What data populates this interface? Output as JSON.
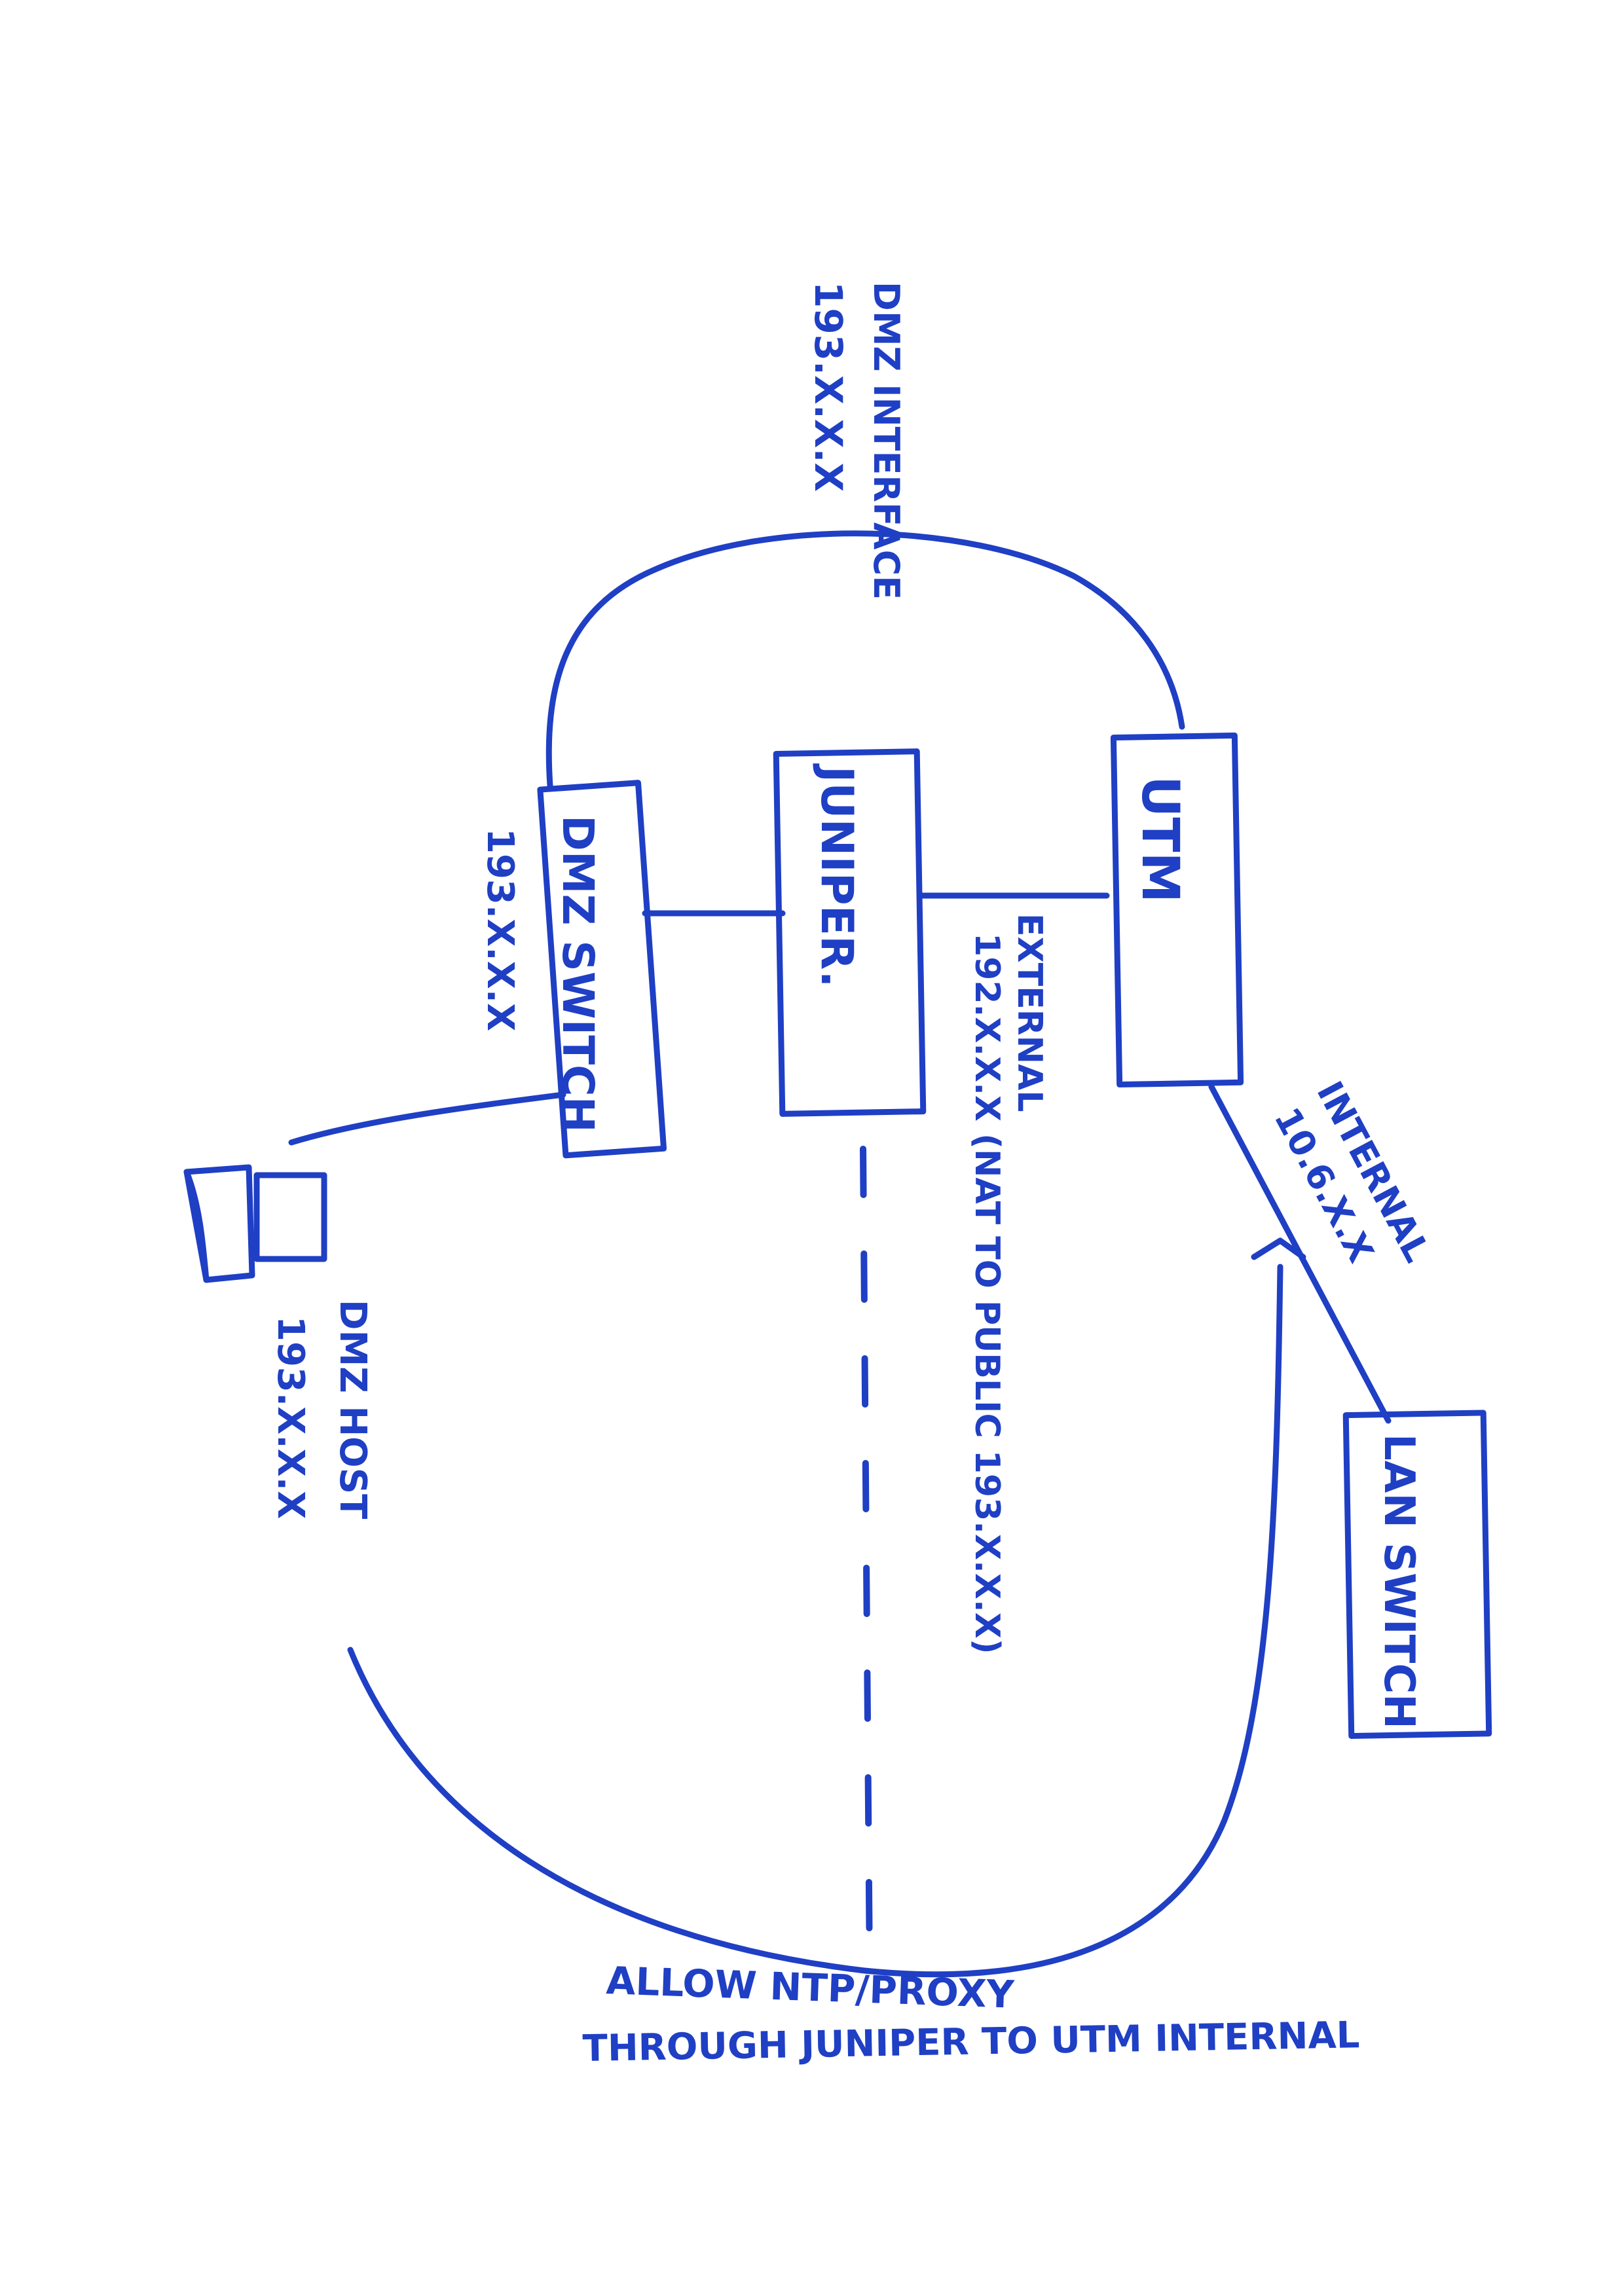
{
  "ink_color": "#1f3fc4",
  "labels": {
    "dmz_interface": "DMZ INTERFACE",
    "dmz_interface_ip": "193.X.X.X",
    "dmz_switch": "DMZ SWITCH",
    "dmz_switch_ip": "193.X.X.X",
    "juniper": "JUNIPER.",
    "utm": "UTM",
    "external": "EXTERNAL",
    "external_ip": "192.X.X.X (NAT TO PUBLIC 193.X.X.X)",
    "internal": "INTERNAL",
    "internal_ip": "10.6.X.X",
    "lan_switch": "LAN SWITCH",
    "dmz_host": "DMZ HOST",
    "dmz_host_ip": "193.X.X.X",
    "note_line1": "ALLOW NTP/PROXY",
    "note_line2": "THROUGH JUNIPER TO UTM INTERNAL"
  },
  "icons": {
    "dmz_host": "server-icon"
  }
}
